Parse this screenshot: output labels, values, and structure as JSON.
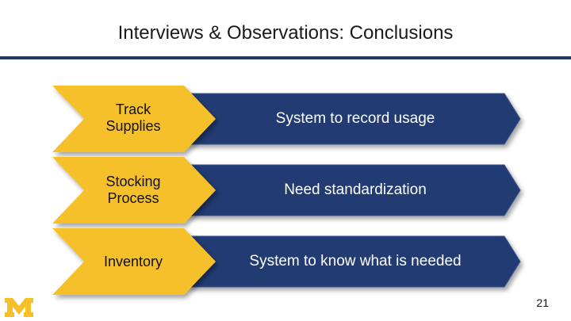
{
  "slide": {
    "title": "Interviews & Observations: Conclusions",
    "page_number": "21"
  },
  "rows": [
    {
      "topic": "Track Supplies",
      "conclusion": "System to record usage"
    },
    {
      "topic": "Stocking Process",
      "conclusion": "Need standardization"
    },
    {
      "topic": "Inventory",
      "conclusion": "System to know what is needed"
    }
  ],
  "colors": {
    "accent_yellow": "#f5c02a",
    "navy": "#203a73",
    "rule": "#1f3864"
  },
  "icons": [
    "university-block-m-logo"
  ]
}
